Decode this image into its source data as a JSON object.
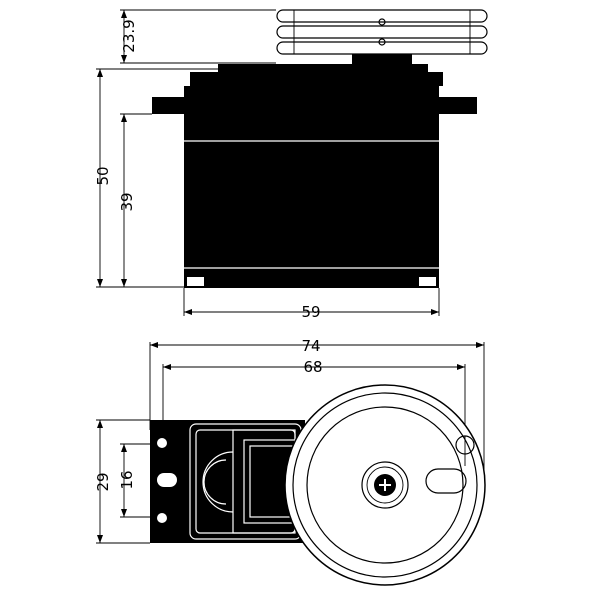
{
  "dimensions": {
    "horn_height": "23.9",
    "total_height": "50",
    "body_height": "39",
    "body_width": "59",
    "overall_length": "74",
    "mount_span": "68",
    "mount_depth": "29",
    "hole_spacing": "16"
  },
  "colors": {
    "ink": "#000000",
    "paper": "#ffffff"
  }
}
